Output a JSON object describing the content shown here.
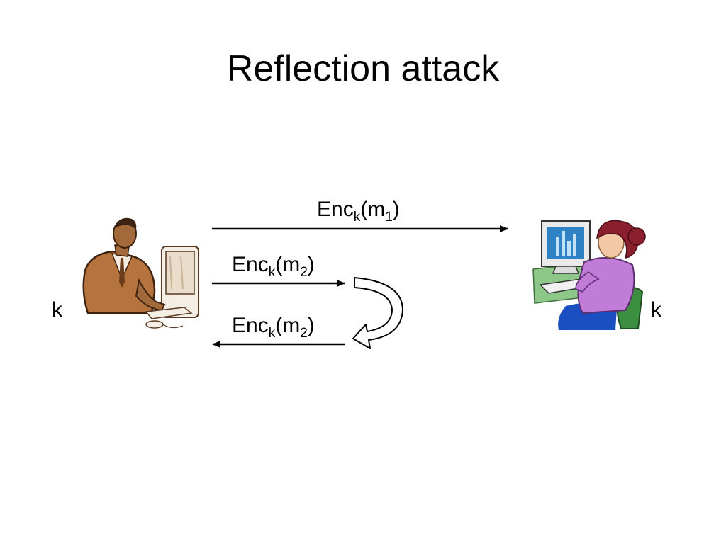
{
  "title": "Reflection attack",
  "left_party": {
    "key_label": "k"
  },
  "right_party": {
    "key_label": "k"
  },
  "messages": [
    {
      "func": "Enc",
      "key": "k",
      "open": "(m",
      "index": "1",
      "close": ")"
    },
    {
      "func": "Enc",
      "key": "k",
      "open": "(m",
      "index": "2",
      "close": ")"
    },
    {
      "func": "Enc",
      "key": "k",
      "open": "(m",
      "index": "2",
      "close": ")"
    }
  ],
  "colors": {
    "arrow": "#000000",
    "screen": "#2f82c4",
    "shirt": "#c07cd6",
    "jacket": "#b5743d"
  }
}
